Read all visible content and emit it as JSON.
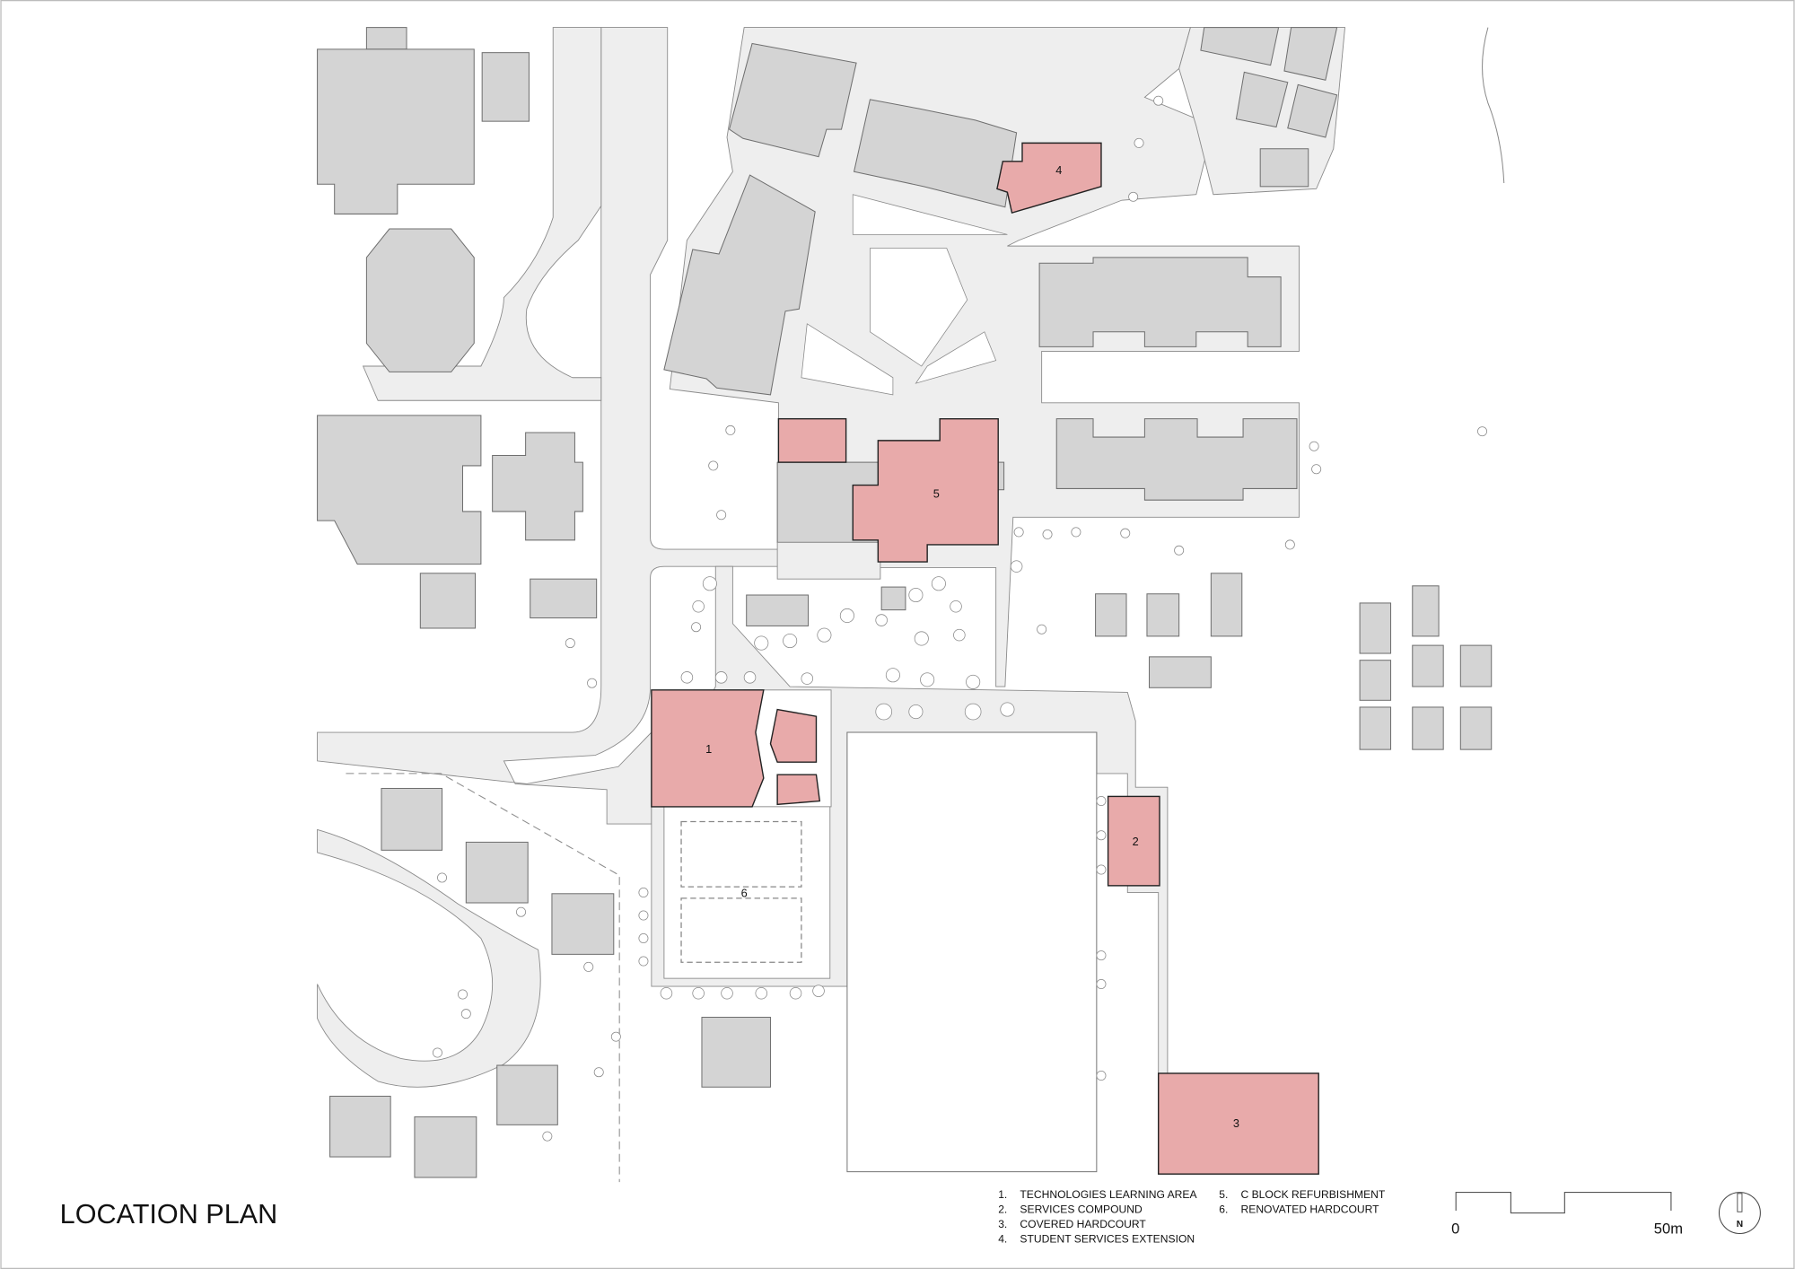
{
  "title": "LOCATION PLAN",
  "map_labels": [
    "1",
    "2",
    "3",
    "4",
    "5",
    "6"
  ],
  "legend": [
    {
      "num": "1.",
      "text": "TECHNOLOGIES LEARNING AREA"
    },
    {
      "num": "2.",
      "text": "SERVICES COMPOUND"
    },
    {
      "num": "3.",
      "text": "COVERED HARDCOURT"
    },
    {
      "num": "4.",
      "text": "STUDENT SERVICES EXTENSION"
    },
    {
      "num": "5.",
      "text": "C BLOCK REFURBISHMENT"
    },
    {
      "num": "6.",
      "text": "RENOVATED HARDCOURT"
    }
  ],
  "scale_bar": {
    "start": "0",
    "end": "50m"
  },
  "north": "N",
  "colors": {
    "project_building": "#e8aaaa",
    "existing_building": "#d4d4d4",
    "paving": "#eeeeee"
  }
}
